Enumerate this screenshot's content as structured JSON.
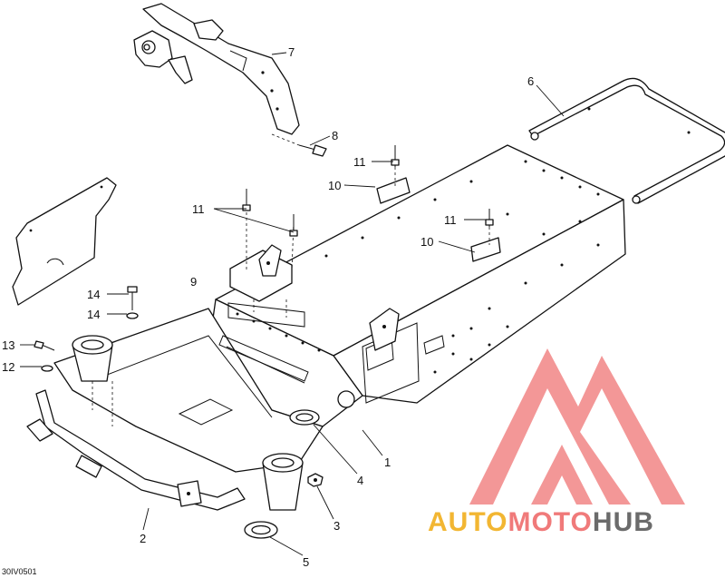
{
  "figure_id": "30IV0501",
  "callouts": [
    {
      "id": "c1",
      "label": "1"
    },
    {
      "id": "c2",
      "label": "2"
    },
    {
      "id": "c3",
      "label": "3"
    },
    {
      "id": "c4",
      "label": "4"
    },
    {
      "id": "c5",
      "label": "5"
    },
    {
      "id": "c6",
      "label": "6"
    },
    {
      "id": "c7",
      "label": "7"
    },
    {
      "id": "c8",
      "label": "8"
    },
    {
      "id": "c9",
      "label": "9"
    },
    {
      "id": "c10a",
      "label": "10"
    },
    {
      "id": "c10b",
      "label": "10"
    },
    {
      "id": "c11a",
      "label": "11"
    },
    {
      "id": "c11b",
      "label": "11"
    },
    {
      "id": "c11c",
      "label": "11"
    },
    {
      "id": "c12",
      "label": "12"
    },
    {
      "id": "c13",
      "label": "13"
    },
    {
      "id": "c14a",
      "label": "14"
    },
    {
      "id": "c14b",
      "label": "14"
    }
  ],
  "watermark": {
    "word1": "AUTO",
    "word2": "MOTO",
    "word3": "HUB",
    "color1": "#f2b632",
    "color2": "#f07a7a",
    "color3": "#6b6b6b"
  }
}
